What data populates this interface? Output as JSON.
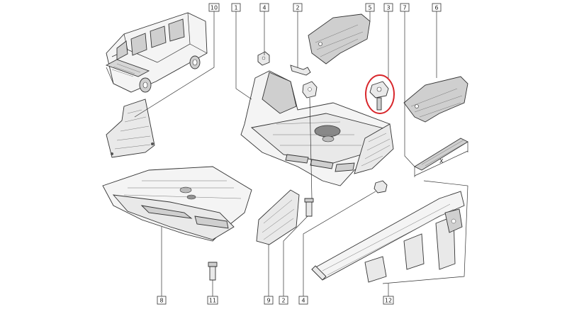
{
  "diagram": {
    "callouts": [
      {
        "id": "c10",
        "text": "10"
      },
      {
        "id": "c1",
        "text": "1"
      },
      {
        "id": "c4a",
        "text": "4"
      },
      {
        "id": "c2a",
        "text": "2"
      },
      {
        "id": "c5",
        "text": "5"
      },
      {
        "id": "c3",
        "text": "3"
      },
      {
        "id": "c7",
        "text": "7"
      },
      {
        "id": "c6",
        "text": "6"
      },
      {
        "id": "c8",
        "text": "8"
      },
      {
        "id": "c11",
        "text": "11"
      },
      {
        "id": "c9",
        "text": "9"
      },
      {
        "id": "c2b",
        "text": "2"
      },
      {
        "id": "c4b",
        "text": "4"
      },
      {
        "id": "c12",
        "text": "12"
      }
    ],
    "dimension_label": "X",
    "highlight_color": "#d8262b",
    "line_color": "#333333"
  }
}
